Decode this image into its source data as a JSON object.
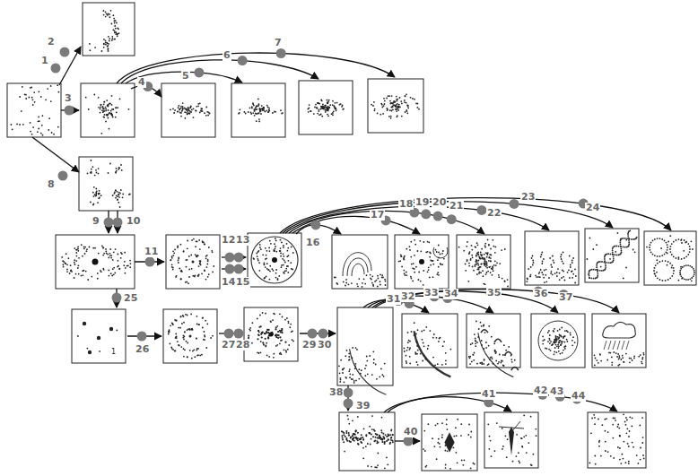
{
  "diagram": {
    "labels": [
      "1",
      "2",
      "3",
      "4",
      "5",
      "6",
      "7",
      "8",
      "9",
      "10",
      "11",
      "12",
      "13",
      "14",
      "15",
      "16",
      "17",
      "18",
      "19",
      "20",
      "21",
      "22",
      "23",
      "24",
      "25",
      "26",
      "27",
      "28",
      "29",
      "30",
      "31",
      "32",
      "33",
      "34",
      "35",
      "36",
      "37",
      "38",
      "39",
      "40",
      "41",
      "42",
      "43",
      "44",
      "1"
    ]
  }
}
